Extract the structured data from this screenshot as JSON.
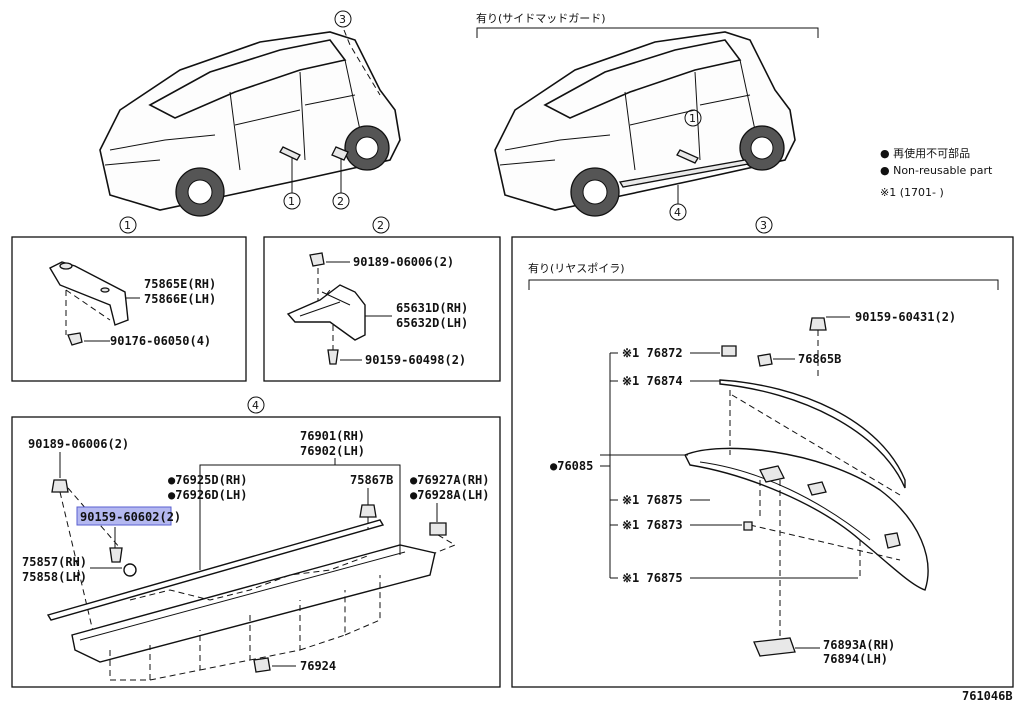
{
  "header": {
    "left_car_callouts": [
      "3",
      "1",
      "2"
    ],
    "right_car_title": "有り(サイドマッドガード)",
    "right_car_callouts": [
      "1",
      "4"
    ]
  },
  "legend": {
    "jp": "● 再使用不可部品",
    "en": "● Non-reusable part",
    "note": "※1 (1701-      )"
  },
  "panels": {
    "p1": {
      "num": "1",
      "parts": [
        "75865E(RH)",
        "75866E(LH)",
        "90176-06050(4)"
      ]
    },
    "p2": {
      "num": "2",
      "parts": [
        "90189-06006(2)",
        "65631D(RH)",
        "65632D(LH)",
        "90159-60498(2)"
      ]
    },
    "p3": {
      "num": "3",
      "subtitle": "有り(リヤスポイラ)",
      "parts": [
        "90159-60431(2)",
        "※1 76872",
        "76865B",
        "※1 76874",
        "●76085",
        "※1 76875",
        "※1 76873",
        "※1 76875",
        "76893A(RH)",
        "76894(LH)"
      ]
    },
    "p4": {
      "num": "4",
      "parts": [
        "90189-06006(2)",
        "90159-60602(2)",
        "75857(RH)",
        "75858(LH)",
        "76901(RH)",
        "76902(LH)",
        "●76925D(RH)",
        "●76926D(LH)",
        "75867B",
        "●76927A(RH)",
        "●76928A(LH)",
        "76924"
      ]
    }
  },
  "highlight_part": "90159-60602(2)",
  "figure_id": "761046B"
}
